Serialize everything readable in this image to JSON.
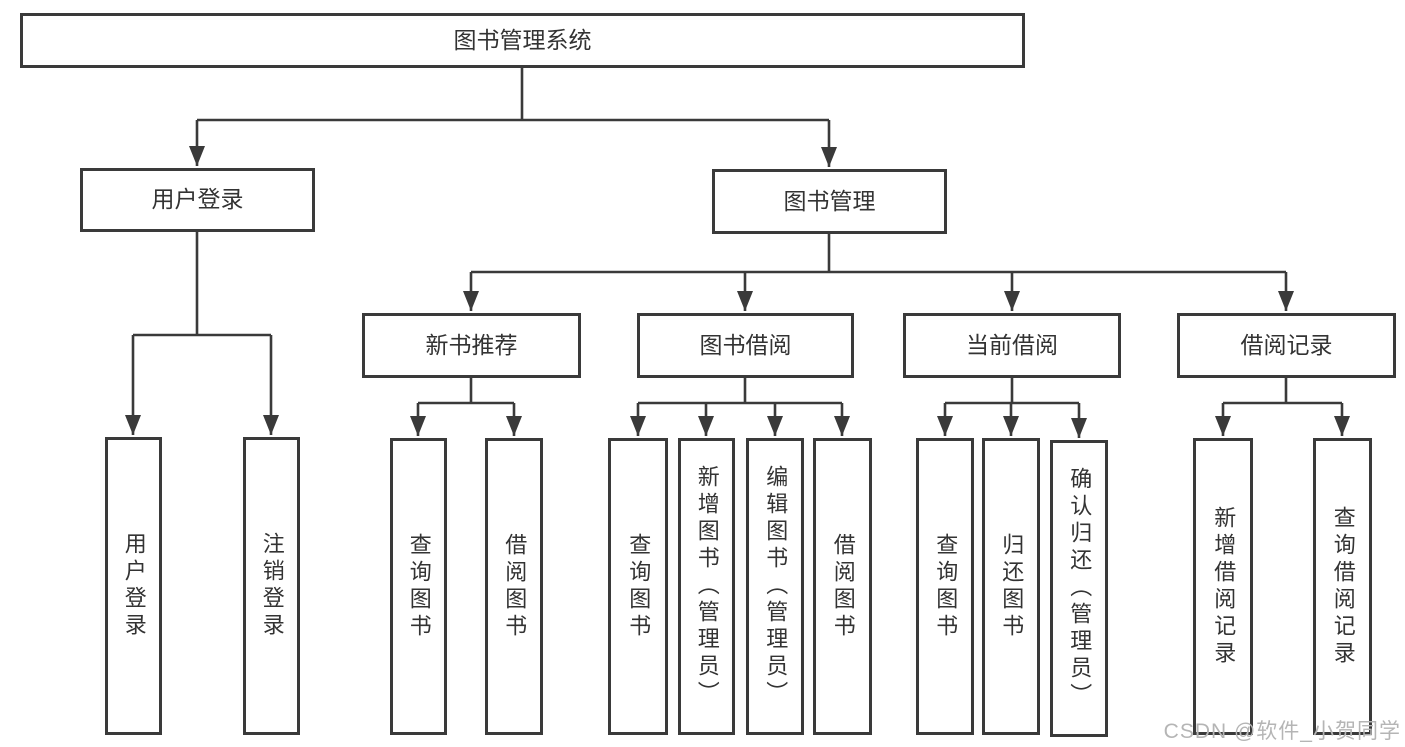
{
  "diagram": {
    "root": {
      "label": "图书管理系统"
    },
    "branches": [
      {
        "label": "用户登录",
        "children": [
          {
            "label": "用户登录"
          },
          {
            "label": "注销登录"
          }
        ]
      },
      {
        "label": "图书管理",
        "children": [
          {
            "label": "新书推荐",
            "children": [
              {
                "label": "查询图书"
              },
              {
                "label": "借阅图书"
              }
            ]
          },
          {
            "label": "图书借阅",
            "children": [
              {
                "label": "查询图书"
              },
              {
                "label": "新增图书（管理员）"
              },
              {
                "label": "编辑图书（管理员）"
              },
              {
                "label": "借阅图书"
              }
            ]
          },
          {
            "label": "当前借阅",
            "children": [
              {
                "label": "查询图书"
              },
              {
                "label": "归还图书"
              },
              {
                "label": "确认归还（管理员）"
              }
            ]
          },
          {
            "label": "借阅记录",
            "children": [
              {
                "label": "新增借阅记录"
              },
              {
                "label": "查询借阅记录"
              }
            ]
          }
        ]
      }
    ]
  },
  "watermark": {
    "text": "CSDN @软件_小贺同学"
  },
  "colors": {
    "line": "#3a3a3a",
    "box_border": "#3a3a3a",
    "text": "#333333",
    "background": "#ffffff",
    "watermark": "#b5b5b5"
  }
}
